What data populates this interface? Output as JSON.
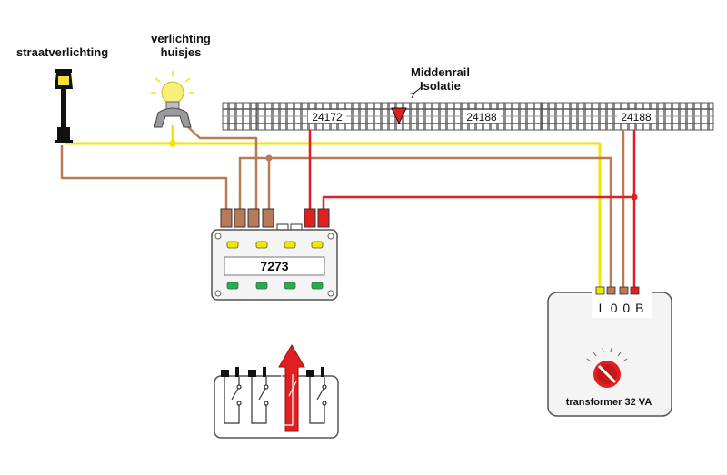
{
  "labels": {
    "street_lighting": "straatverlichting",
    "house_lighting_line1": "verlichting",
    "house_lighting_line2": "huisjes",
    "middle_rail_line1": "Middenrail",
    "middle_rail_line2": "Isolatie"
  },
  "track": {
    "segments": [
      "24172",
      "24188",
      "24188"
    ]
  },
  "decoder": {
    "model": "7273"
  },
  "transformer": {
    "terminals": "L  0  0  B",
    "name": "transformer 32 VA"
  },
  "colors": {
    "yellow_wire": "#f2e600",
    "brown_wire": "#b97a57",
    "red_wire": "#e02020",
    "track_gray": "#777777"
  }
}
